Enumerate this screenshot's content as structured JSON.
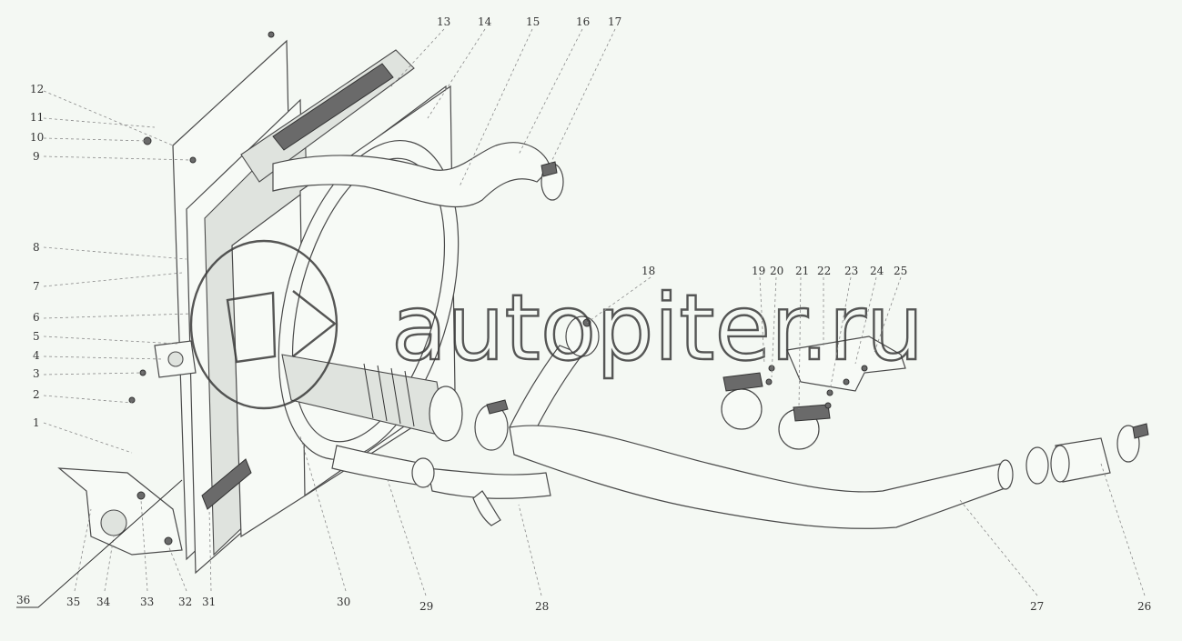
{
  "watermark": {
    "text": "autopiter.ru"
  },
  "callouts": {
    "c1": "1",
    "c2": "2",
    "c3": "3",
    "c4": "4",
    "c5": "5",
    "c6": "6",
    "c7": "7",
    "c8": "8",
    "c9": "9",
    "c10": "10",
    "c11": "11",
    "c12": "12",
    "c13": "13",
    "c14": "14",
    "c15": "15",
    "c16": "16",
    "c17": "17",
    "c18": "18",
    "c19": "19",
    "c20": "20",
    "c21": "21",
    "c22": "22",
    "c23": "23",
    "c24": "24",
    "c25": "25",
    "c26": "26",
    "c27": "27",
    "c28": "28",
    "c29": "29",
    "c30": "30",
    "c31": "31",
    "c32": "32",
    "c33": "33",
    "c34": "34",
    "c35": "35",
    "c36": "36"
  }
}
